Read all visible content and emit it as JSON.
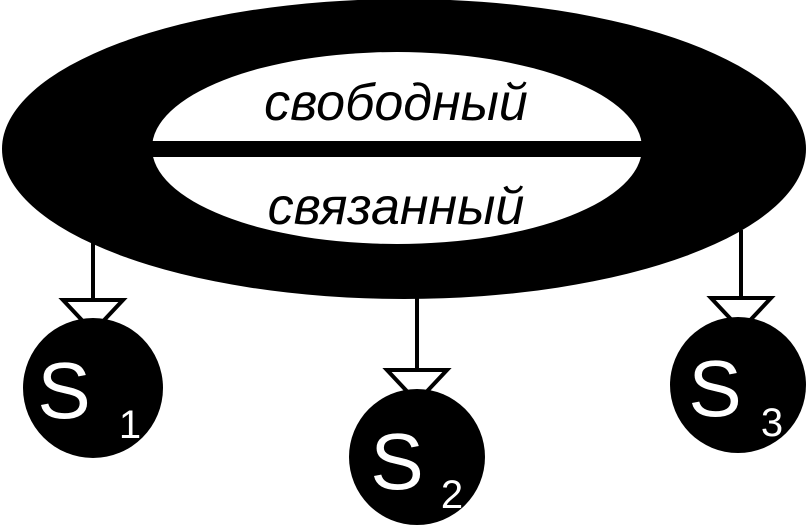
{
  "diagram": {
    "upper_label": "свободный",
    "lower_label": "связанный",
    "nodes": [
      {
        "letter": "S",
        "subscript": "1"
      },
      {
        "letter": "S",
        "subscript": "2"
      },
      {
        "letter": "S",
        "subscript": "3"
      }
    ],
    "colors": {
      "ring": "#000000",
      "inner": "#ffffff",
      "node_fill": "#000000",
      "node_text": "#ffffff",
      "arrow_head": "#ffffff"
    }
  }
}
